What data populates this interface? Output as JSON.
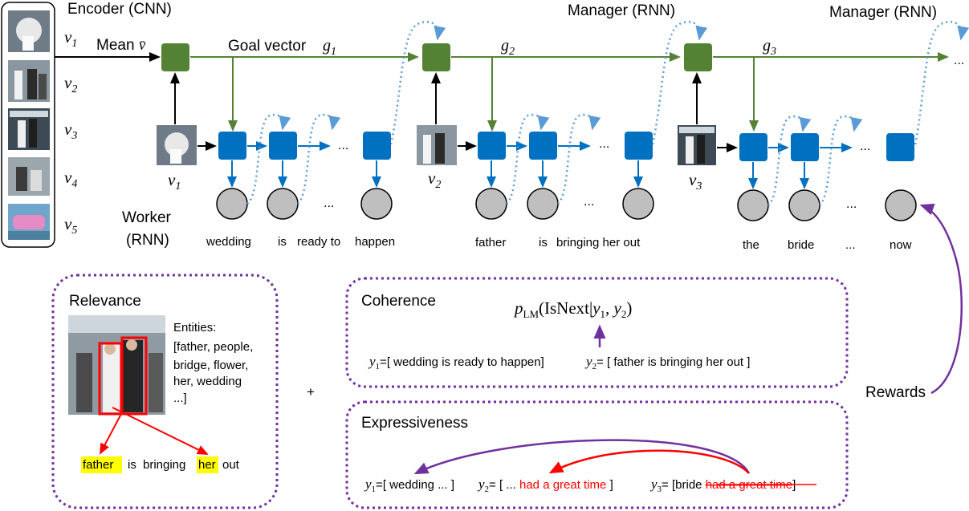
{
  "encoder": {
    "title": "Encoder (CNN)",
    "frames": [
      "v1",
      "v2",
      "v3",
      "v4",
      "v5"
    ],
    "mean_label": "Mean v̄"
  },
  "manager": {
    "titles": [
      "Manager (RNN)",
      "Manager (RNN)"
    ],
    "goal_label": "Goal vector",
    "goals": [
      "g1",
      "g2",
      "g3"
    ]
  },
  "worker": {
    "title_line1": "Worker",
    "title_line2": "(RNN)",
    "visual_inputs": [
      "v1",
      "v2",
      "v3"
    ],
    "ellipsis": "..."
  },
  "sentences": {
    "s1": [
      "wedding",
      "is",
      "ready to",
      "happen"
    ],
    "s2": [
      "father",
      "is",
      "bringing her out"
    ],
    "s3": [
      "the",
      "bride",
      "...",
      "now"
    ]
  },
  "relevance": {
    "title": "Relevance",
    "entities_lines": [
      "Entities:",
      "[father, people,",
      "bridge, flower,",
      "her, wedding",
      "...]"
    ],
    "sentence": {
      "w1": "father",
      "w2": "is",
      "w3": "bringing",
      "w4": "her",
      "w5": "out"
    },
    "highlight_color": "#ffff00"
  },
  "plus": "+",
  "coherence": {
    "title": "Coherence",
    "formula": "p_LM(IsNext|y1, y2)",
    "y1": "[ wedding is ready to happen]",
    "y2": "[ father is bringing her out ]"
  },
  "expressiveness": {
    "title": "Expressiveness",
    "y1": "[ wedding ... ]",
    "y2_prefix": "[ ... ",
    "y2_red": "had a great time",
    "y2_suffix": " ]",
    "y3_prefix": "[bride ",
    "y3_red": "had a great time",
    "y3_suffix": "]"
  },
  "rewards": "Rewards",
  "colors": {
    "manager_green": "#548235",
    "worker_blue": "#0070c0",
    "dotted_blue": "#5b9bd5",
    "node_gray": "#bfbfbf",
    "reward_purple": "#7030a0",
    "red": "#ff0000"
  }
}
